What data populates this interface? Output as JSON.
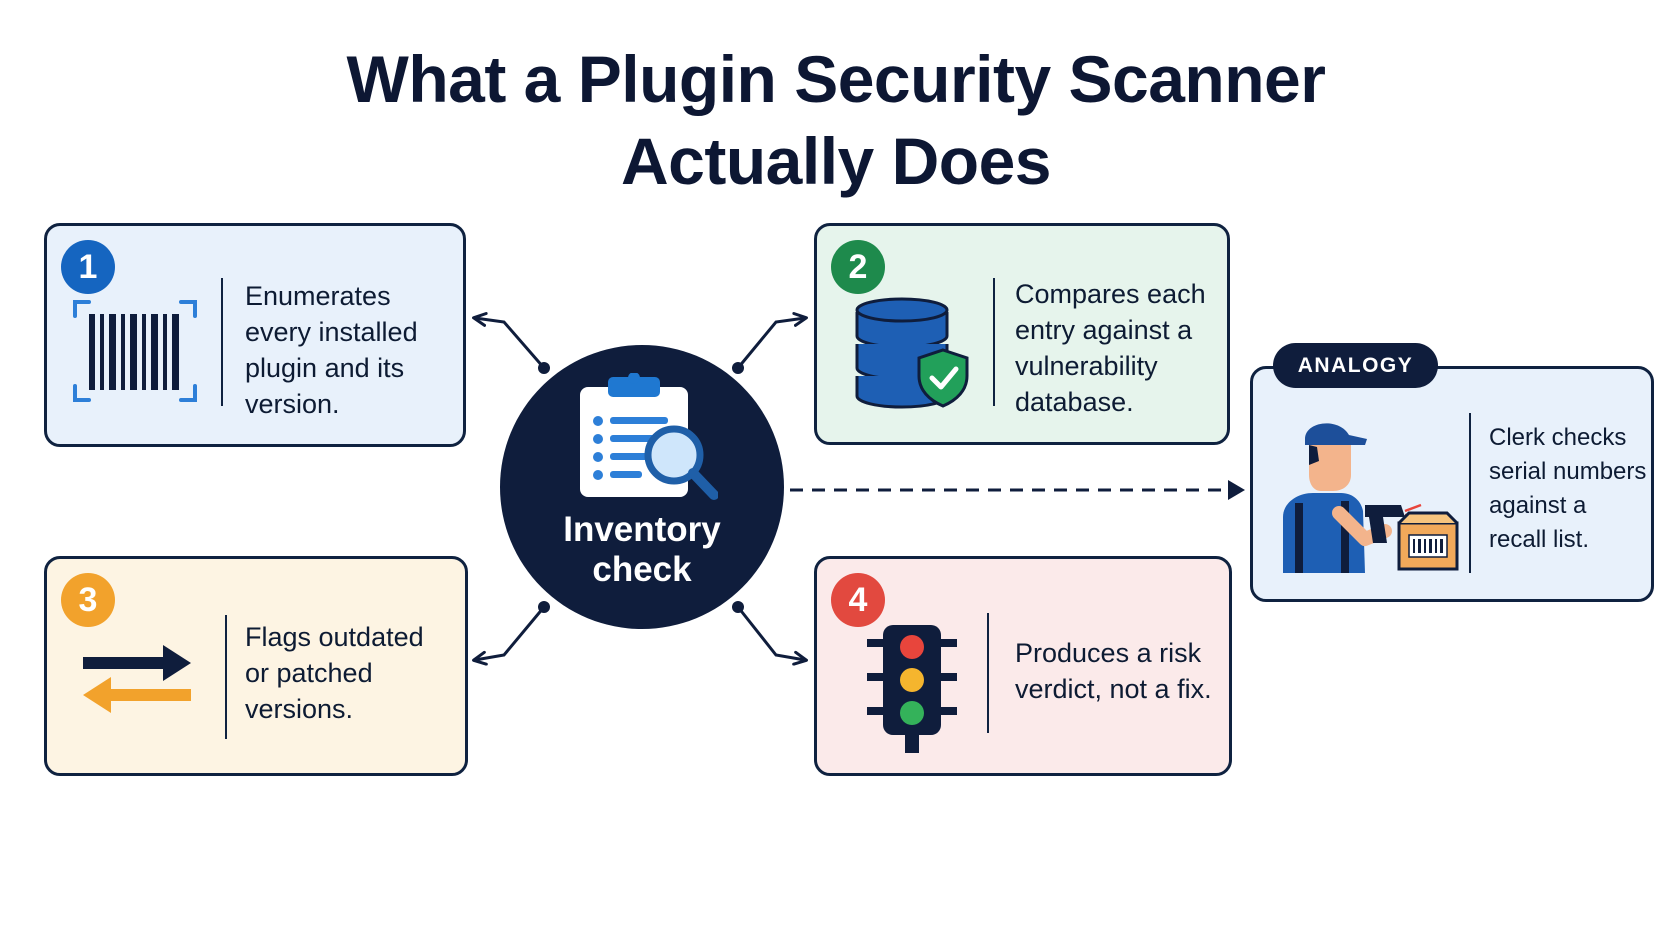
{
  "title": {
    "line1": "What a Plugin Security Scanner",
    "line2": "Actually Does"
  },
  "center": {
    "line1": "Inventory",
    "line2": "check",
    "icon": "clipboard-magnifier-icon"
  },
  "steps": [
    {
      "number": "1",
      "color": "#1565c0",
      "icon": "barcode-scan-icon",
      "lines": [
        "Enumerates",
        "every installed",
        "plugin and its",
        "version."
      ]
    },
    {
      "number": "2",
      "color": "#1e8a4c",
      "icon": "database-shield-icon",
      "lines": [
        "Compares each",
        "entry against a",
        "vulnerability",
        "database."
      ]
    },
    {
      "number": "3",
      "color": "#f2a22c",
      "icon": "swap-arrows-icon",
      "lines": [
        "Flags outdated",
        "or patched",
        "versions."
      ]
    },
    {
      "number": "4",
      "color": "#e2493f",
      "icon": "traffic-light-icon",
      "lines": [
        "Produces a risk",
        "verdict, not a fix."
      ]
    }
  ],
  "analogy": {
    "badge": "ANALOGY",
    "icon": "clerk-scanning-package-icon",
    "lines": [
      "Clerk checks",
      "serial numbers",
      "against a",
      "recall list."
    ]
  },
  "colors": {
    "navy": "#0f1d3c",
    "step1_bg": "#e8f1fb",
    "step2_bg": "#e6f4ec",
    "step3_bg": "#fdf4e3",
    "step4_bg": "#fbeaea"
  }
}
